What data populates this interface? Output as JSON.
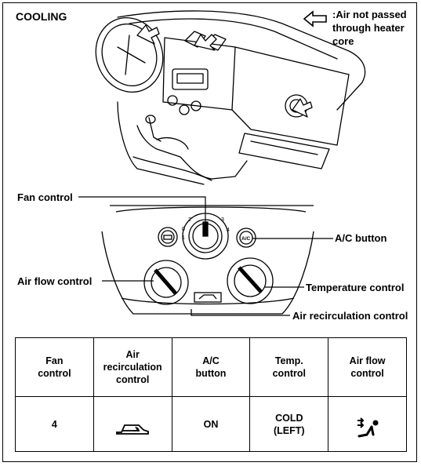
{
  "title": "COOLING",
  "legend": {
    "icon": "hollow-left-arrow",
    "text": ":Air not passed\nthrough heater\ncore"
  },
  "callouts": {
    "fan_control": "Fan control",
    "ac_button": "A/C button",
    "air_flow_control": "Air flow control",
    "temperature_control": "Temperature control",
    "air_recirculation_control": "Air recirculation control"
  },
  "panel_labels": {
    "ac_button": "A/C"
  },
  "table": {
    "headers": [
      "Fan\ncontrol",
      "Air\nrecirculation\ncontrol",
      "A/C\nbutton",
      "Temp.\ncontrol",
      "Air flow\ncontrol"
    ],
    "row": {
      "fan": "4",
      "recirculation_icon": "recirculation-car-icon",
      "ac": "ON",
      "temp": "COLD\n(LEFT)",
      "air_flow_icon": "vent-face-icon"
    }
  }
}
